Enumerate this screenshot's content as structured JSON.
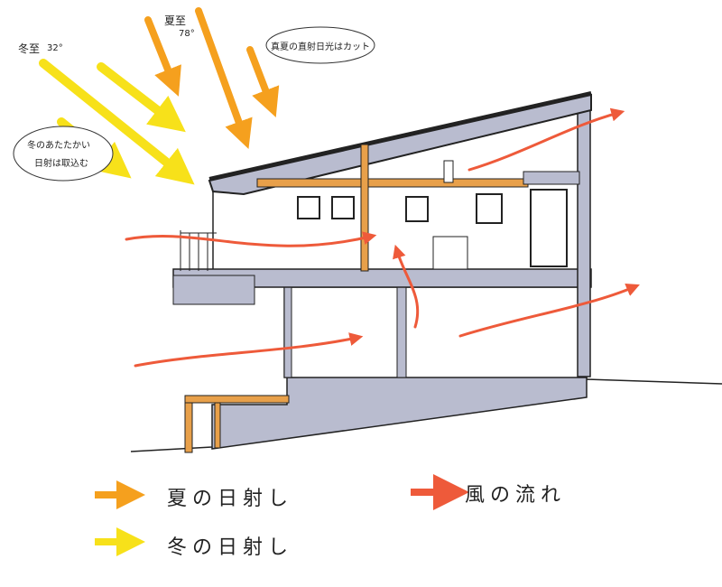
{
  "annotations": {
    "winter_solstice": "冬至",
    "winter_angle": "32°",
    "summer_solstice": "夏至",
    "summer_angle": "78°",
    "summer_note": "真夏の直射日光はカット",
    "winter_note_line1": "冬のあたたかい",
    "winter_note_line2": "日射は取込む"
  },
  "legend": {
    "summer_sun": "夏の日射し",
    "winter_sun": "冬の日射し",
    "wind": "風の流れ"
  },
  "colors": {
    "summer": "#f5a01e",
    "winter": "#f7e11a",
    "wind": "#ee5a3a",
    "wall": "#b9bccf",
    "timber": "#e8a04a"
  }
}
